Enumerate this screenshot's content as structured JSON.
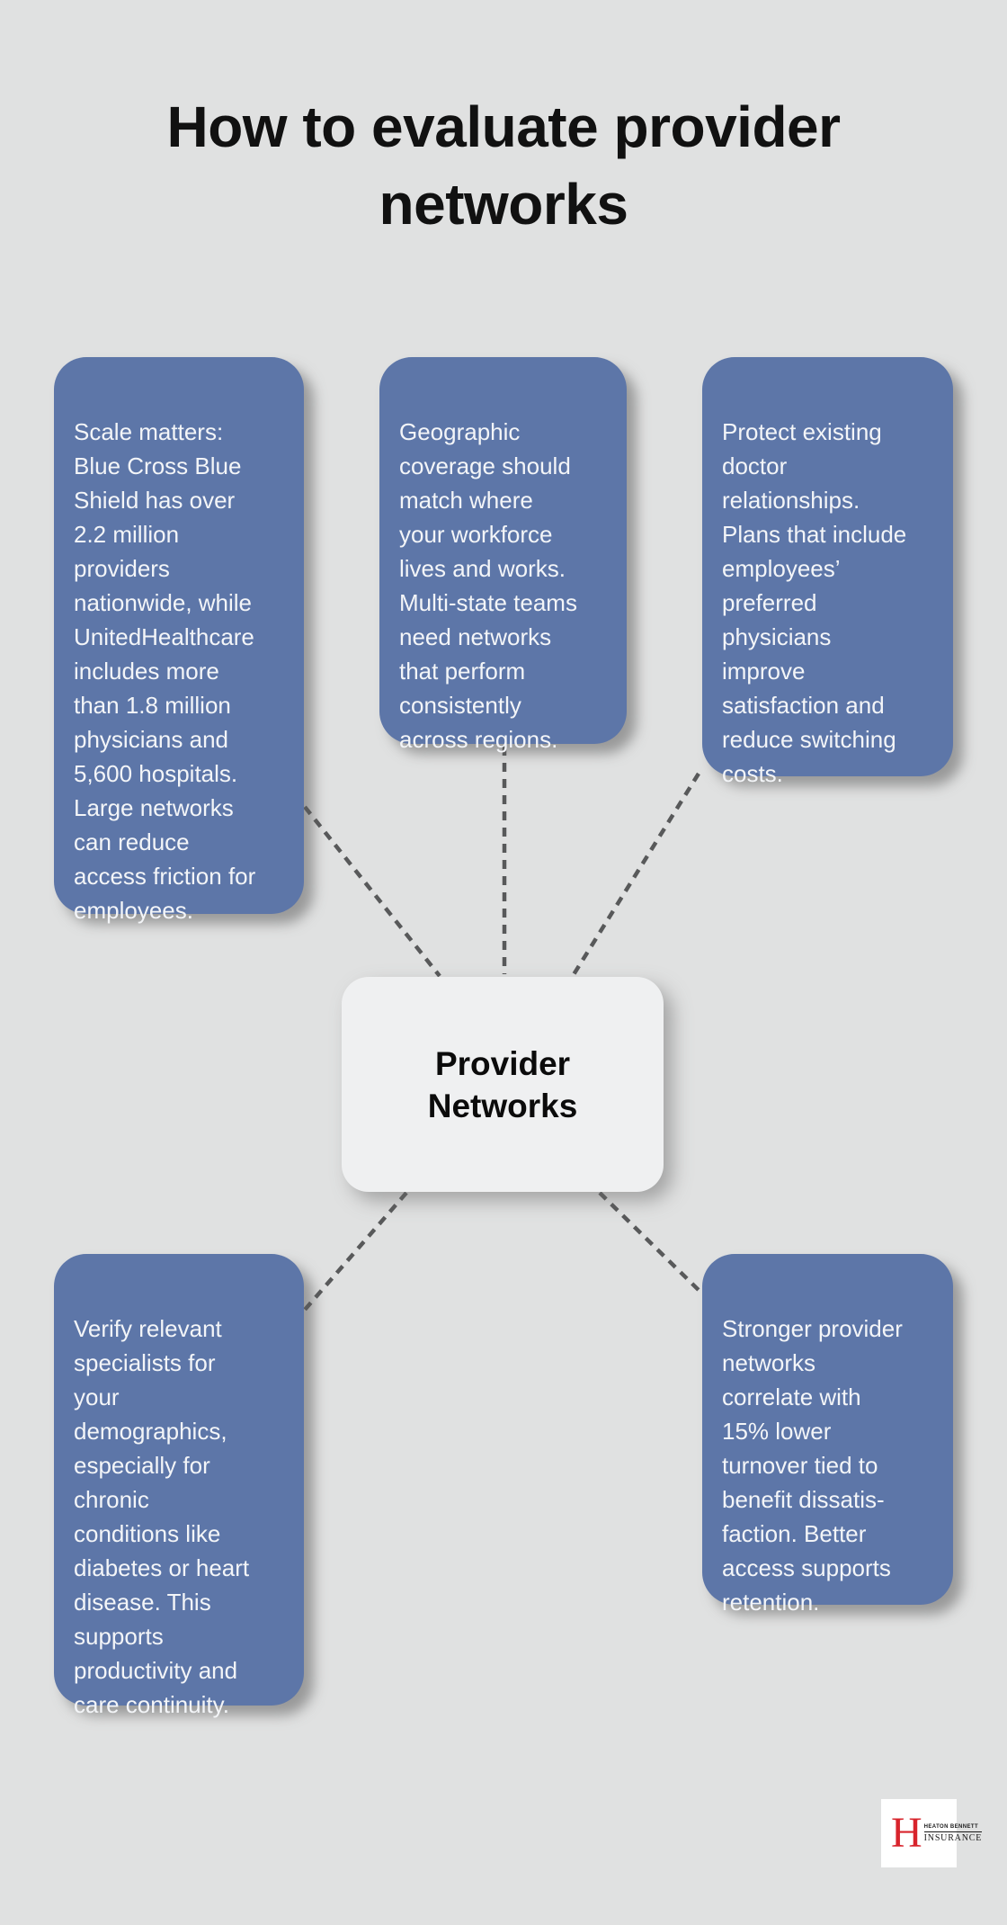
{
  "page_title": "How to evaluate provider\nnetworks",
  "center_node": {
    "label": "Provider\nNetworks"
  },
  "cards": {
    "scale": {
      "text": "Scale matters:\nBlue Cross Blue\nShield has over\n2.2 million\nproviders\nnationwide, while\nUnitedHealthcare\nincludes more\nthan 1.8 million\nphysicians and\n5,600 hospitals.\nLarge networks\ncan reduce\naccess friction for\nemployees."
    },
    "geography": {
      "text": "Geographic\ncoverage should\nmatch where\nyour workforce\nlives and works.\nMulti-state teams\nneed networks\nthat perform\nconsistently\nacross regions."
    },
    "relationships": {
      "text": "Protect existing\ndoctor\nrelationships.\nPlans that include\nemployees’\npreferred\nphysicians\nimprove\nsatisfaction and\nreduce switching\ncosts."
    },
    "specialists": {
      "text": "Verify relevant\nspecialists for\nyour\ndemographics,\nespecially for\nchronic\nconditions like\ndiabetes or heart\ndisease. This\nsupports\nproductivity and\ncare continuity."
    },
    "turnover": {
      "text": "Stronger provider\nnetworks\ncorrelate with\n15% lower\nturnover tied to\nbenefit dissatis-\nfaction. Better\naccess supports\nretention."
    }
  },
  "logo": {
    "monogram": "H",
    "company": "HEATON BENNETT",
    "tagline": "INSURANCE"
  },
  "colors": {
    "background": "#e0e1e1",
    "card_fill": "#5d76a8",
    "card_text": "#f3f5f8",
    "center_fill": "#eff0f1",
    "center_text": "#0b0b0b",
    "title_text": "#111111",
    "connector": "#58595a",
    "logo_red": "#d8242c",
    "logo_bg": "#ffffff"
  }
}
